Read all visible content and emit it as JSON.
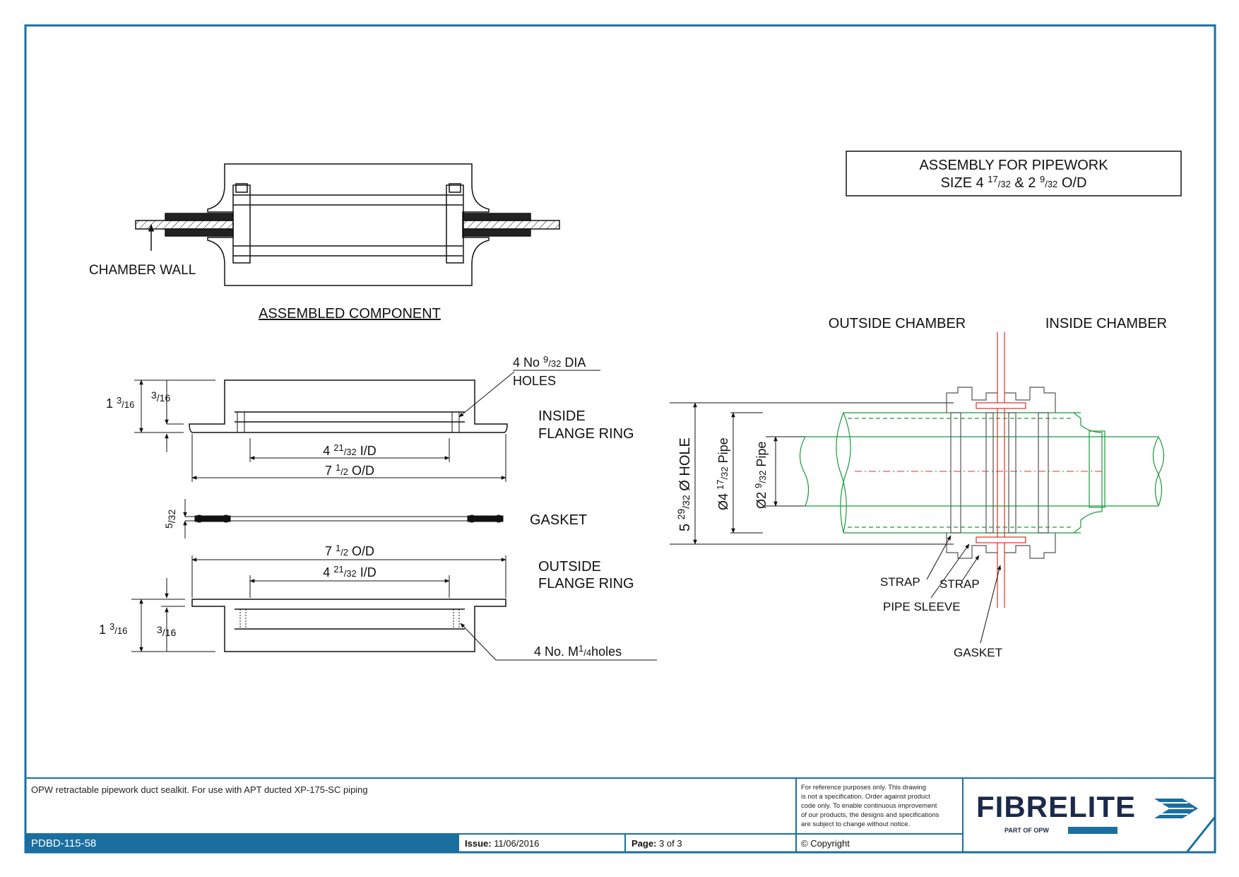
{
  "assembly_box": {
    "line1": "ASSEMBLY FOR PIPEWORK",
    "line2_main": "SIZE 4 ",
    "line2_f1_num": "17",
    "line2_f1_den": "/32",
    "line2_mid": " & 2 ",
    "line2_f2_num": "9",
    "line2_f2_den": "/32",
    "line2_end": " O/D"
  },
  "assembled": {
    "chamber_wall": "CHAMBER WALL",
    "title": "ASSEMBLED COMPONENT"
  },
  "inside_ring": {
    "label1": "INSIDE",
    "label2": "FLANGE RING",
    "holes1_a": "4 No ",
    "holes1_num": "9",
    "holes1_den": "/32",
    "holes1_b": " DIA",
    "holes2": "HOLES",
    "dim_total_whole": "1 ",
    "dim_total_num": "3",
    "dim_total_den": "/16",
    "dim_flange_num": "3",
    "dim_flange_den": "/16",
    "id_whole": "4 ",
    "id_num": "21",
    "id_den": "/32",
    "id_suffix": " I/D",
    "od_whole": "7 ",
    "od_num": "1",
    "od_den": "/2",
    "od_suffix": " O/D"
  },
  "gasket": {
    "label": "GASKET",
    "thick_num": "5",
    "thick_den": "/32"
  },
  "outside_ring": {
    "label1": "OUTSIDE",
    "label2": "FLANGE RING",
    "od_whole": "7 ",
    "od_num": "1",
    "od_den": "/2",
    "od_suffix": " O/D",
    "id_whole": "4 ",
    "id_num": "21",
    "id_den": "/32",
    "id_suffix": " I/D",
    "dim_total_whole": "1 ",
    "dim_total_num": "3",
    "dim_total_den": "/16",
    "dim_flange_num": "3",
    "dim_flange_den": "/16",
    "holes_a": "4 No. M",
    "holes_num": "1",
    "holes_den": "/4",
    "holes_b": "holes"
  },
  "section": {
    "outside_chamber": "OUTSIDE CHAMBER",
    "inside_chamber": "INSIDE CHAMBER",
    "hole_dim_a": "5 ",
    "hole_dim_num": "29",
    "hole_dim_den": "/32",
    "hole_dim_b": " Ø HOLE",
    "pipe1_a": "Ø4 ",
    "pipe1_num": "17",
    "pipe1_den": "/32",
    "pipe1_b": " Pipe",
    "pipe2_a": "Ø2 ",
    "pipe2_num": "9",
    "pipe2_den": "/32",
    "pipe2_b": " Pipe",
    "strap1": "STRAP",
    "strap2": "STRAP",
    "pipe_sleeve": "PIPE SLEEVE",
    "gasket": "GASKET"
  },
  "title_block": {
    "description": "OPW retractable pipework duct sealkit. For use with APT ducted XP-175-SC piping",
    "disclaimer": [
      "For reference purposes only. This drawing",
      "is not a specification. Order against product",
      "code only.  To enable continuous improvement",
      "of our products, the designs and specifications",
      "are subject to change without notice."
    ],
    "drawing_no": "PDBD-115-58",
    "issue_label": "Issue:",
    "issue_value": "11/06/2016",
    "page_label": "Page:",
    "page_value": "3 of 3",
    "copyright": "© Copyright",
    "brand": "FIBRELITE",
    "brand_sub": "PART OF OPW"
  },
  "colors": {
    "frame_blue": "#1b6fa0",
    "section_green": "#1a9a3a",
    "section_red": "#e0302c",
    "brand_navy": "#1b2a4a"
  }
}
